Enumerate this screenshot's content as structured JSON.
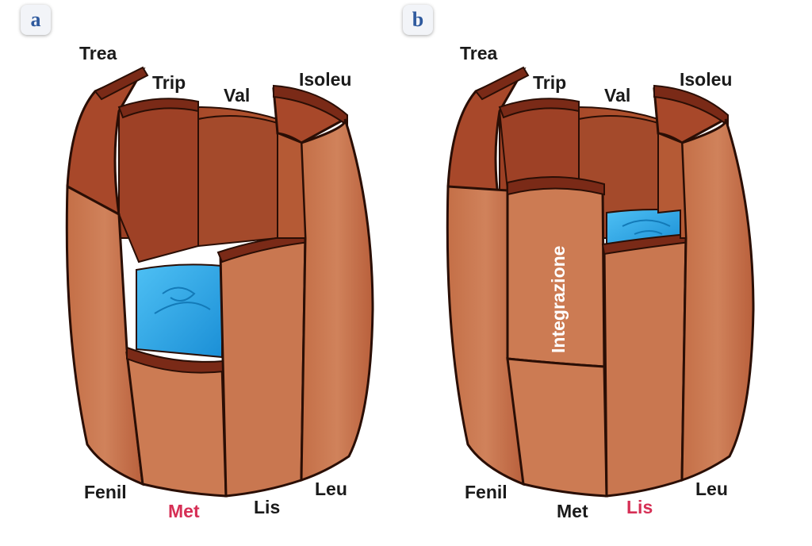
{
  "panels": [
    {
      "badge": "a",
      "labels": {
        "trea": "Trea",
        "trip": "Trip",
        "val": "Val",
        "isoleu": "Isoleu",
        "fenil": "Fenil",
        "met": "Met",
        "lis": "Lis",
        "leu": "Leu"
      },
      "highlighted": "met"
    },
    {
      "badge": "b",
      "labels": {
        "trea": "Trea",
        "trip": "Trip",
        "val": "Val",
        "isoleu": "Isoleu",
        "fenil": "Fenil",
        "met": "Met",
        "lis": "Lis",
        "leu": "Leu"
      },
      "highlighted": "lis",
      "added_stave_label": "Integrazione"
    }
  ],
  "colors": {
    "stave_outer": "#cb7a52",
    "stave_inner": "#a8482a",
    "stave_rim": "#7a2a17",
    "water": "#2aa8e6",
    "highlight": "#d62f55",
    "badge_text": "#2f5a9e"
  }
}
